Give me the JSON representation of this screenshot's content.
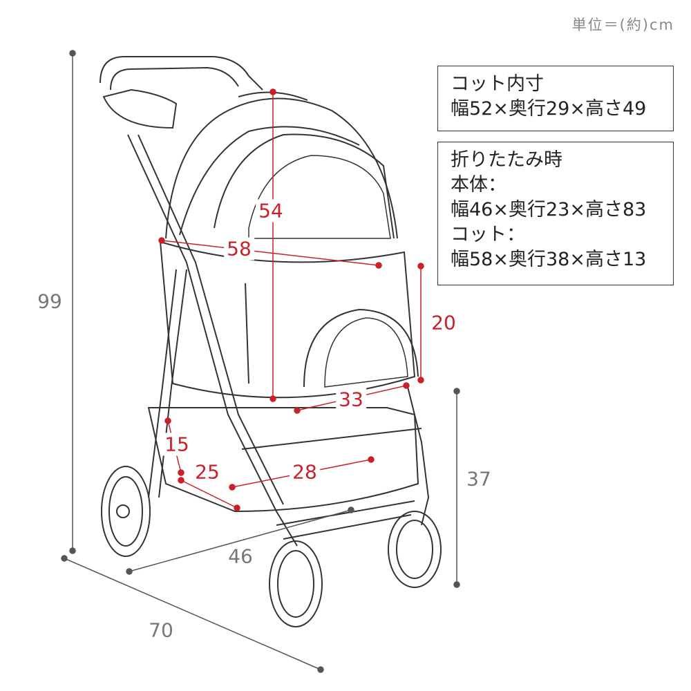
{
  "unit_note": "単位＝(約)cm",
  "cot_inner": {
    "title": "コット内寸",
    "dims": "幅52×奥行29×高さ49"
  },
  "folded": {
    "title": "折りたたみ時",
    "body_label": "本体：",
    "body_dims": "幅46×奥行23×高さ83",
    "cot_label": "コット：",
    "cot_dims": "幅58×奥行38×高さ13"
  },
  "dimensions_red": {
    "cot_height": "54",
    "cot_width": "58",
    "window_height": "20",
    "cot_depth": "33",
    "basket_height": "15",
    "basket_depth": "25",
    "basket_width": "28"
  },
  "dimensions_gray": {
    "total_height": "99",
    "handle_height": "37",
    "width": "46",
    "depth": "70"
  },
  "colors": {
    "red": "#c9202a",
    "gray": "#777777",
    "line": "#333333"
  }
}
